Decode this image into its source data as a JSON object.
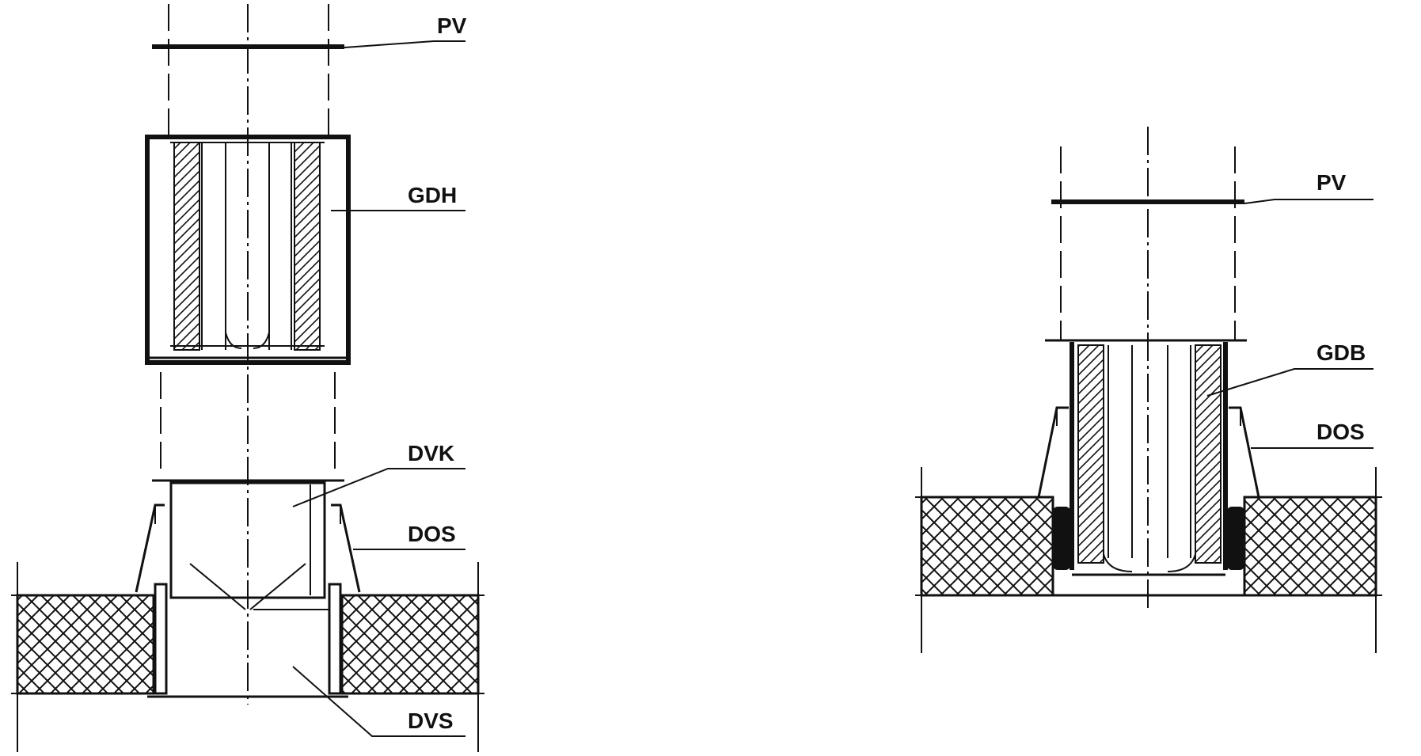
{
  "diagram": {
    "left_assembly": {
      "labels": {
        "pv": "PV",
        "gdh": "GDH",
        "dvk": "DVK",
        "dos": "DOS",
        "dvs": "DVS"
      }
    },
    "right_assembly": {
      "labels": {
        "pv": "PV",
        "gdb": "GDB",
        "dos": "DOS"
      }
    }
  }
}
